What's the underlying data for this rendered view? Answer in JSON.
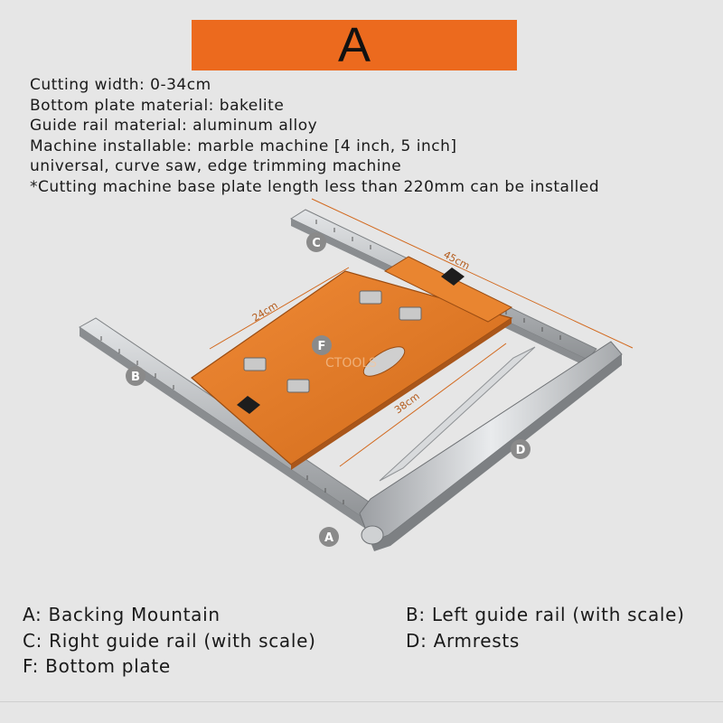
{
  "banner": {
    "letter": "A",
    "color": "#ec6a1e"
  },
  "specs": [
    "Cutting width: 0-34cm",
    "Bottom plate material: bakelite",
    "Guide rail material: aluminum alloy",
    "Machine installable: marble machine [4 inch, 5 inch]",
    "universal, curve saw, edge trimming machine",
    "*Cutting machine base plate length less than 220mm can be installed"
  ],
  "diagram": {
    "dimensions": {
      "rail_length": "45cm",
      "plate_width": "24cm",
      "plate_length": "38cm"
    },
    "markers": {
      "a": "A",
      "b": "B",
      "c": "C",
      "d": "D",
      "f": "F"
    },
    "watermark": "CTOOLS",
    "colors": {
      "plate": "#e17a26",
      "rail": "#b9bcbf",
      "marker": "#8a8a8a",
      "dimension": "#d2691e"
    }
  },
  "legend": {
    "a": "A: Backing Mountain",
    "b": "B: Left guide rail (with scale)",
    "c": "C: Right guide rail (with scale)",
    "d": "D: Armrests",
    "f": "F: Bottom plate"
  }
}
